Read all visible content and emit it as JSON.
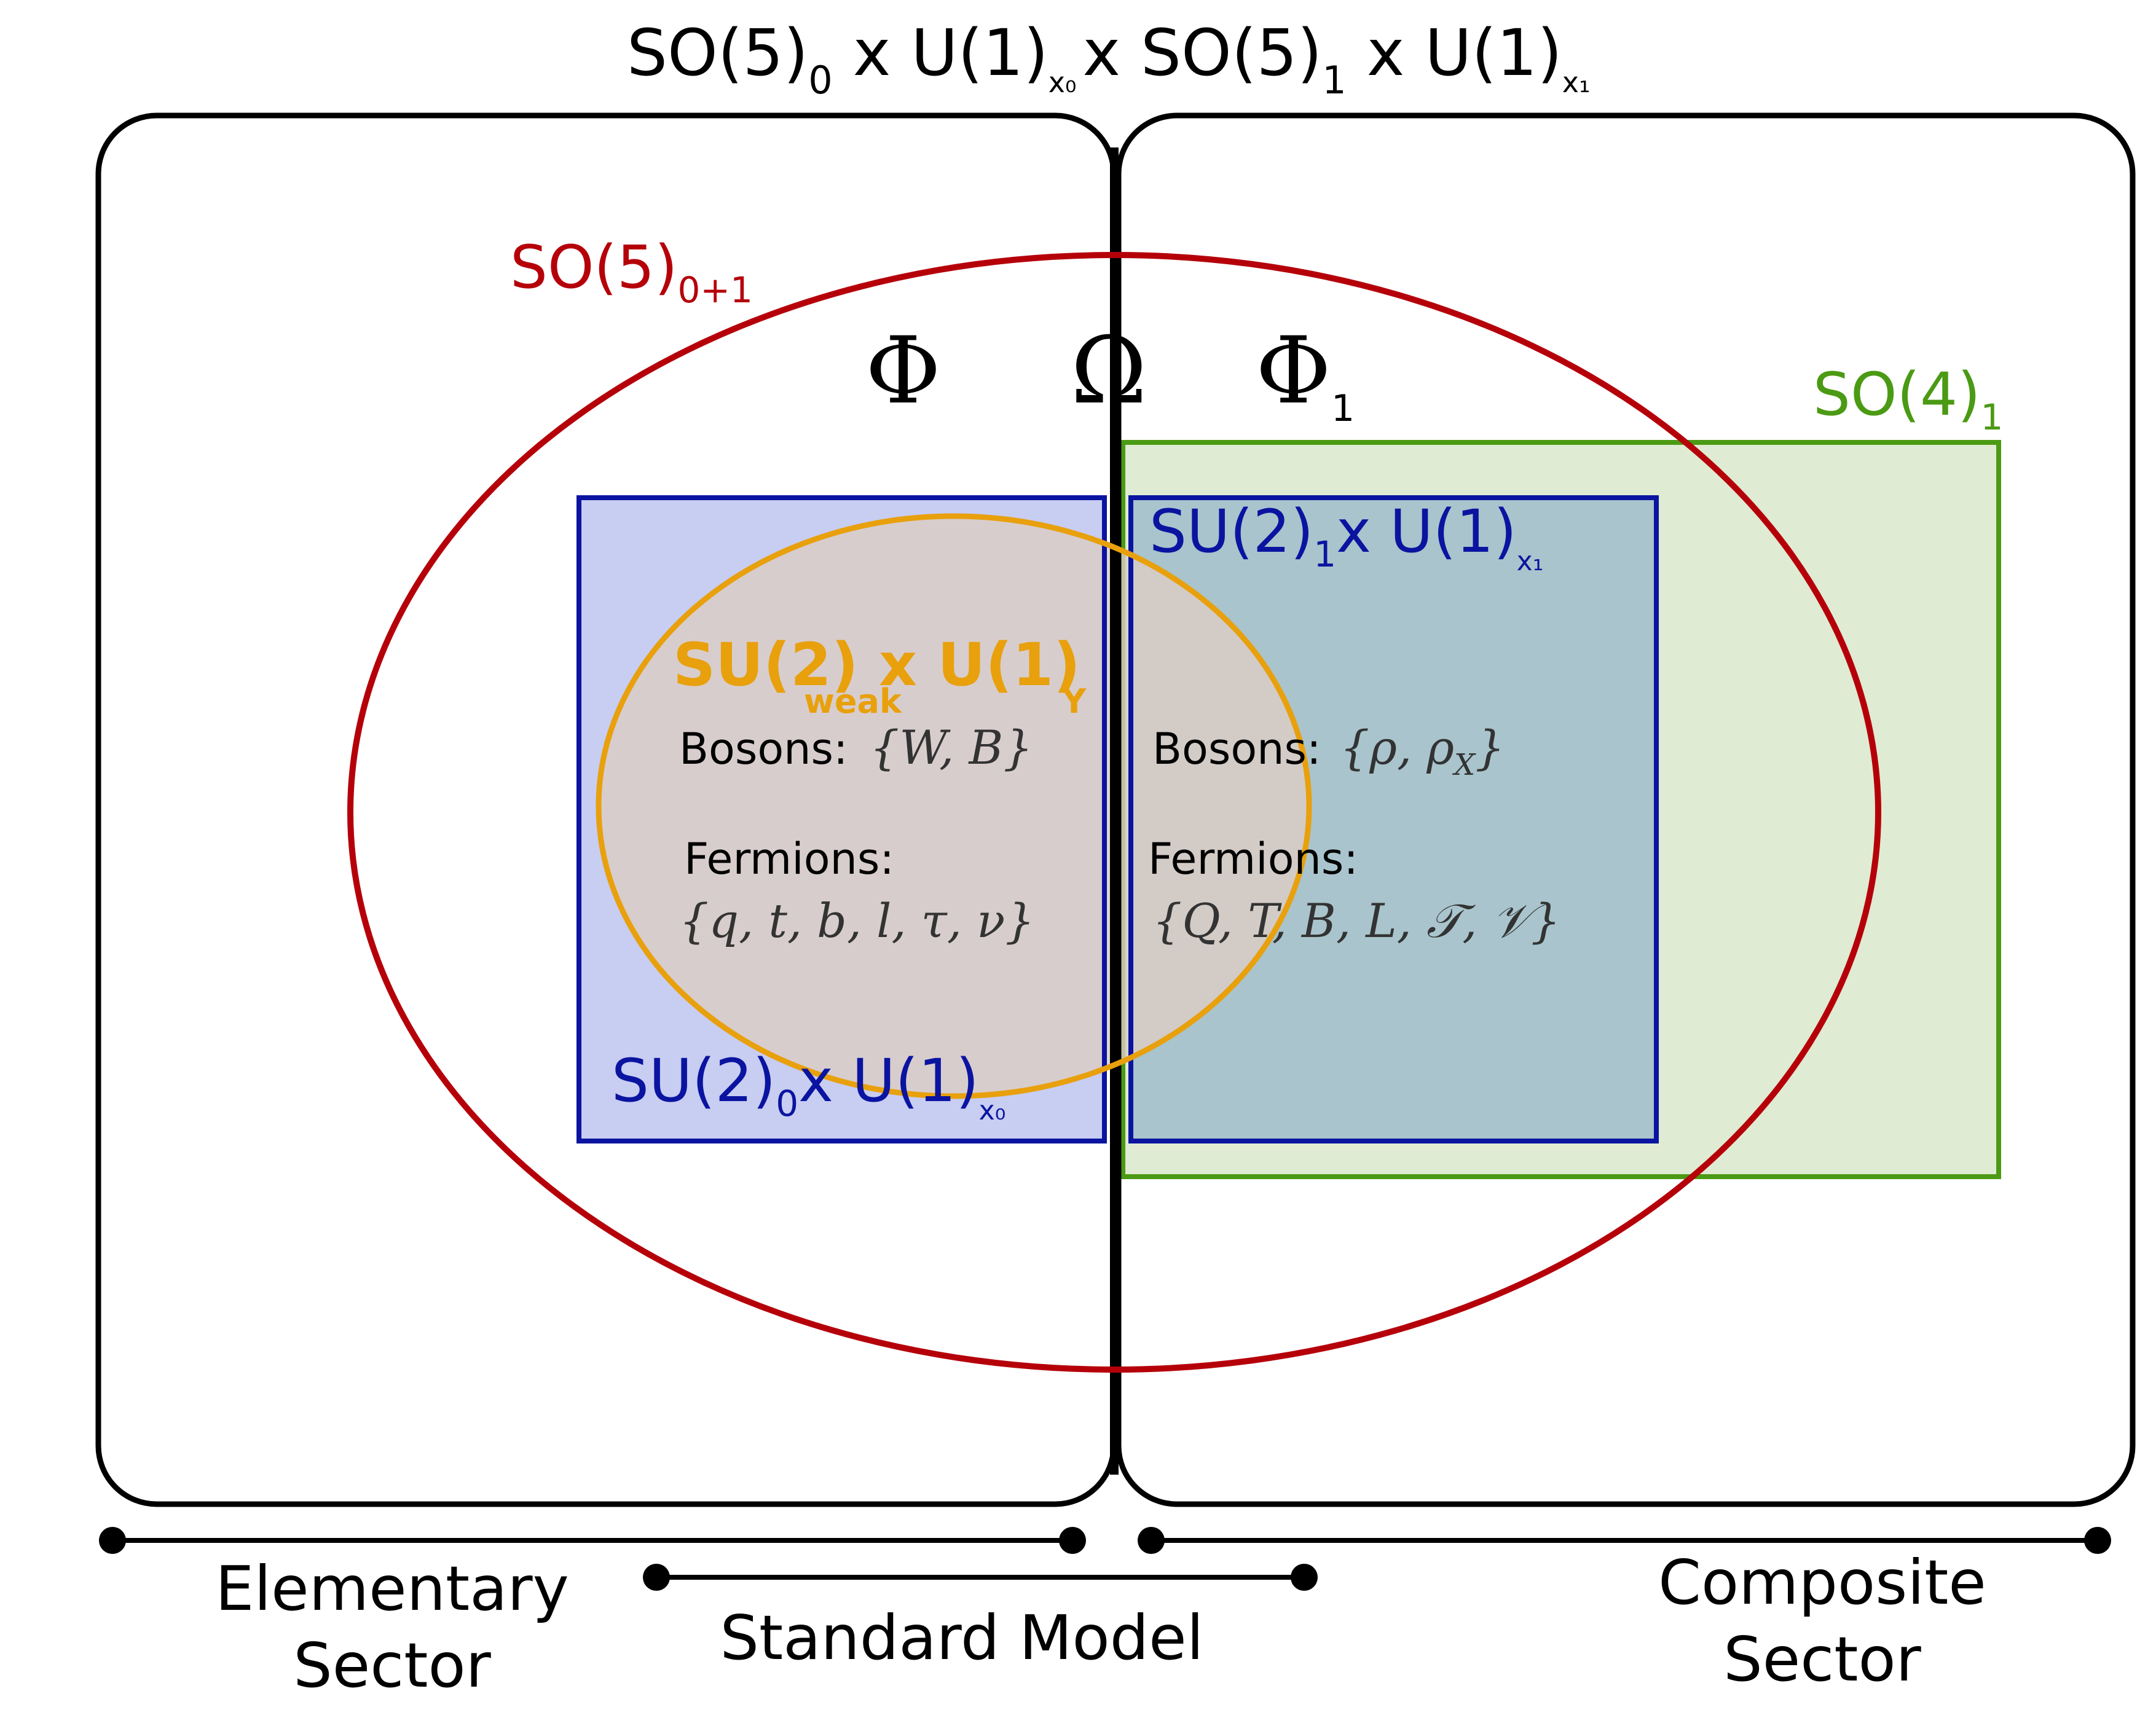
{
  "colors": {
    "black": "#000000",
    "red": "#b5000a",
    "blue": "#0a14a0",
    "blue_fill": "#c8cdf2",
    "blue_right_fill": "#a9c4cc",
    "green": "#4b9a14",
    "green_fill": "#dfebd2",
    "orange": "#e8a00c",
    "orange_fill": "#dccdc4"
  },
  "top_title": {
    "t1": "SO(5)",
    "s1": "0",
    "t2": " x U(1)",
    "s2": "x₀",
    "t3": "x SO(5)",
    "s3": "1",
    "t4": " x U(1)",
    "s4": "x₁"
  },
  "so5_label": {
    "main": "SO(5)",
    "sub": "0+1"
  },
  "so4_label": {
    "main": "SO(4)",
    "sub": "1"
  },
  "fields": {
    "phi": "Φ",
    "omega": "Ω",
    "phi1": "Φ",
    "phi1_sub": "1"
  },
  "sm_label": {
    "t1": "SU(2)",
    "t2": " x U(1)",
    "sub1": "weak",
    "sub2": "Y"
  },
  "left_box": {
    "label_t1": "SU(2)",
    "label_s1": "0",
    "label_t2": "x U(1)",
    "label_s2": "x₀",
    "bosons_label": "Bosons:",
    "bosons_set": "{W, B}",
    "fermions_label": "Fermions:",
    "fermions_set": "{q, t, b, l, τ, ν}"
  },
  "right_box": {
    "label_t1": "SU(2)",
    "label_s1": "1",
    "label_t2": "x U(1)",
    "label_s2": "x₁",
    "bosons_label": "Bosons:",
    "bosons_set_a": "{ρ, ρ",
    "bosons_set_sub": "X",
    "bosons_set_b": "}",
    "fermions_label": "Fermions:",
    "fermions_set": "{Q, T, B, L, 𝒯, 𝒱}"
  },
  "sectors": {
    "elementary_line1": "Elementary",
    "elementary_line2": "Sector",
    "standard_model": "Standard Model",
    "composite_line1": "Composite",
    "composite_line2": "Sector"
  }
}
